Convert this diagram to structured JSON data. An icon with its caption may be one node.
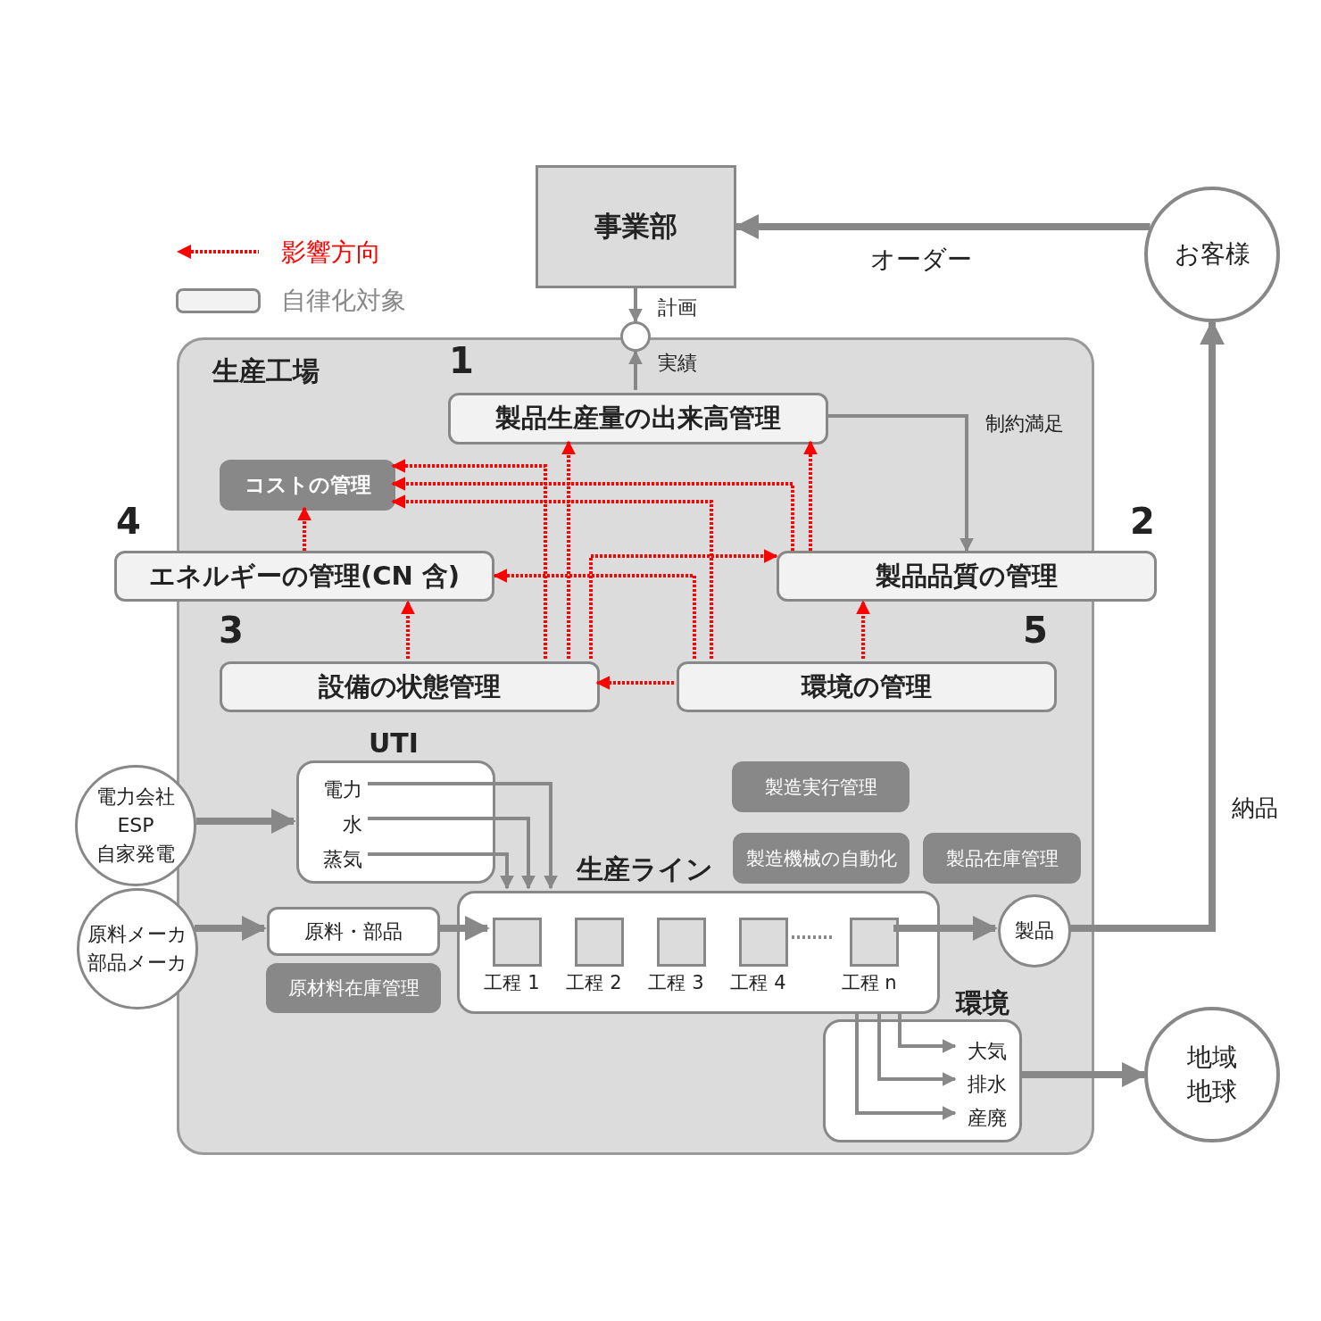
{
  "diagram": {
    "nodes": [
      {
        "text": [
          "事業部"
        ]
      },
      {
        "text": [
          "お客様"
        ]
      },
      {
        "text": [],
        "shape": "circle"
      },
      {
        "text": [
          "生産工場"
        ]
      },
      {
        "text": [
          "製品生産量の出来高管理"
        ],
        "beside": [
          "1"
        ],
        "in": 3
      },
      {
        "text": [
          "コストの管理"
        ],
        "in": 3
      },
      {
        "text": [
          "エネルギーの管理(CN 含)"
        ],
        "beside": [
          "4"
        ]
      },
      {
        "text": [
          "製品品質の管理"
        ],
        "beside": [
          "2"
        ]
      },
      {
        "text": [
          "設備の状態管理"
        ],
        "beside": [
          "3"
        ],
        "in": 3
      },
      {
        "text": [
          "環境の管理"
        ],
        "beside": [
          "5"
        ],
        "in": 3
      },
      {
        "text": [
          "UTI"
        ],
        "in": 3
      },
      {
        "text": [
          "電力"
        ],
        "in": 10
      },
      {
        "text": [
          "水"
        ],
        "in": 10
      },
      {
        "text": [
          "蒸気"
        ],
        "in": 10
      },
      {
        "text": [
          "電力会社",
          "ESP",
          "自家発電"
        ]
      },
      {
        "text": [
          "原料メーカ",
          "部品メーカ"
        ]
      },
      {
        "text": [
          "原料・部品"
        ],
        "in": 3
      },
      {
        "text": [
          "原材料在庫管理"
        ],
        "in": 3
      },
      {
        "text": [
          "製造実行管理"
        ],
        "in": 3
      },
      {
        "text": [
          "製造機械の自動化"
        ],
        "in": 3
      },
      {
        "text": [
          "製品在庫管理"
        ],
        "in": 3
      },
      {
        "text": [
          "生産ライン"
        ],
        "in": 3
      },
      {
        "text": [],
        "shape": "box",
        "beside": [
          "工程 1"
        ],
        "in": 21
      },
      {
        "text": [],
        "shape": "box",
        "beside": [
          "工程 2"
        ],
        "in": 21
      },
      {
        "text": [],
        "shape": "box",
        "beside": [
          "工程 3"
        ],
        "in": 21
      },
      {
        "text": [],
        "shape": "box",
        "beside": [
          "工程 4"
        ],
        "in": 21
      },
      {
        "text": [],
        "shape": "box",
        "beside": [
          "工程 n"
        ],
        "in": 21
      },
      {
        "text": [
          "製品"
        ],
        "in": 3
      },
      {
        "text": [
          "環境"
        ],
        "in": 3
      },
      {
        "text": [
          "大気"
        ],
        "in": 28
      },
      {
        "text": [
          "排水"
        ],
        "in": 28
      },
      {
        "text": [
          "産廃"
        ],
        "in": 28
      },
      {
        "text": [
          "地域",
          "地球"
        ]
      }
    ],
    "edges": [
      {
        "from": 1,
        "to": 0,
        "arrow": "to",
        "label": "オーダー",
        "style": "thick"
      },
      {
        "from": 0,
        "to": 2,
        "arrow": "to",
        "label": "計画"
      },
      {
        "from": 4,
        "to": 2,
        "arrow": "to",
        "label": "実績"
      },
      {
        "from": 4,
        "to": 7,
        "arrow": "to",
        "label": "制約満足"
      },
      {
        "from": 14,
        "to": 10,
        "arrow": "to",
        "style": "thick"
      },
      {
        "from": 11,
        "to": 21,
        "arrow": "to"
      },
      {
        "from": 12,
        "to": 21,
        "arrow": "to"
      },
      {
        "from": 13,
        "to": 21,
        "arrow": "to"
      },
      {
        "from": 15,
        "to": 16,
        "arrow": "to",
        "style": "thick"
      },
      {
        "from": 16,
        "to": 22,
        "arrow": "to",
        "style": "thick"
      },
      {
        "from": 26,
        "to": 27,
        "arrow": "to",
        "style": "thick"
      },
      {
        "from": 27,
        "to": 1,
        "arrow": "to",
        "label": "納品",
        "style": "thick"
      },
      {
        "from": 21,
        "to": 29,
        "arrow": "to"
      },
      {
        "from": 21,
        "to": 30,
        "arrow": "to"
      },
      {
        "from": 21,
        "to": 31,
        "arrow": "to"
      },
      {
        "from": 28,
        "to": 32,
        "arrow": "to",
        "style": "thick"
      },
      {
        "from": 6,
        "to": 5,
        "arrow": "to",
        "style": "dashed",
        "color": "#ff0000"
      },
      {
        "from": 8,
        "to": 6,
        "arrow": "to",
        "style": "dashed",
        "color": "#ff0000"
      },
      {
        "from": 8,
        "to": 5,
        "arrow": "to",
        "style": "dashed",
        "color": "#ff0000"
      },
      {
        "from": 8,
        "to": 4,
        "arrow": "to",
        "style": "dashed",
        "color": "#ff0000"
      },
      {
        "from": 8,
        "to": 7,
        "arrow": "to",
        "style": "dashed",
        "color": "#ff0000"
      },
      {
        "from": 9,
        "to": 8,
        "arrow": "to",
        "style": "dashed",
        "color": "#ff0000"
      },
      {
        "from": 9,
        "to": 6,
        "arrow": "to",
        "style": "dashed",
        "color": "#ff0000"
      },
      {
        "from": 9,
        "to": 5,
        "arrow": "to",
        "style": "dashed",
        "color": "#ff0000"
      },
      {
        "from": 9,
        "to": 7,
        "arrow": "to",
        "style": "dashed",
        "color": "#ff0000"
      },
      {
        "from": 7,
        "to": 5,
        "arrow": "to",
        "style": "dashed",
        "color": "#ff0000"
      },
      {
        "from": 7,
        "to": 4,
        "arrow": "to",
        "style": "dashed",
        "color": "#ff0000"
      }
    ],
    "legend": [
      {
        "text": "影響方向"
      },
      {
        "text": "自律化対象",
        "color": "#f2f2f2"
      }
    ]
  }
}
